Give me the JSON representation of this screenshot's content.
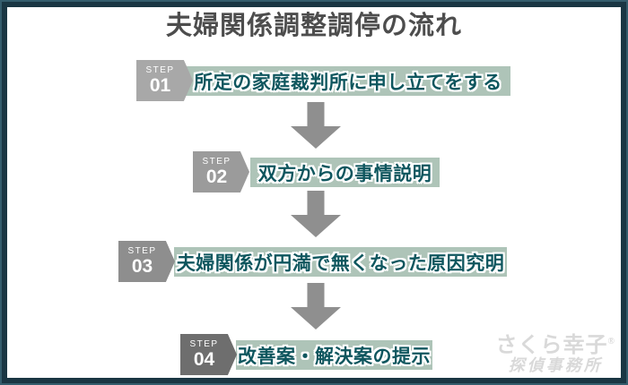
{
  "title": "夫婦関係調整調停の流れ",
  "steps": [
    {
      "step_label": "STEP",
      "number": "01",
      "text": "所定の家庭裁判所に申し立てをする",
      "badge_color": "#a8a8a8"
    },
    {
      "step_label": "STEP",
      "number": "02",
      "text": "双方からの事情説明",
      "badge_color": "#9b9b9b"
    },
    {
      "step_label": "STEP",
      "number": "03",
      "text": "夫婦関係が円満で無くなった原因究明",
      "badge_color": "#8e8e8e"
    },
    {
      "step_label": "STEP",
      "number": "04",
      "text": "改善案・解決案の提示",
      "badge_color": "#6e6e6e"
    }
  ],
  "logo": {
    "line1": "さくら幸子",
    "mark": "®",
    "line2": "探偵事務所"
  },
  "colors": {
    "background": "#ffffff",
    "frame_border": "#1a3643",
    "frame_border_outer": "#355d6d",
    "title_text": "#4d4d4d",
    "box_background": "#aec4b8",
    "box_text": "#0e565e",
    "badge_text": "#ffffff",
    "arrow": "#8f8f8f",
    "logo_text": "#d9d9d9"
  }
}
